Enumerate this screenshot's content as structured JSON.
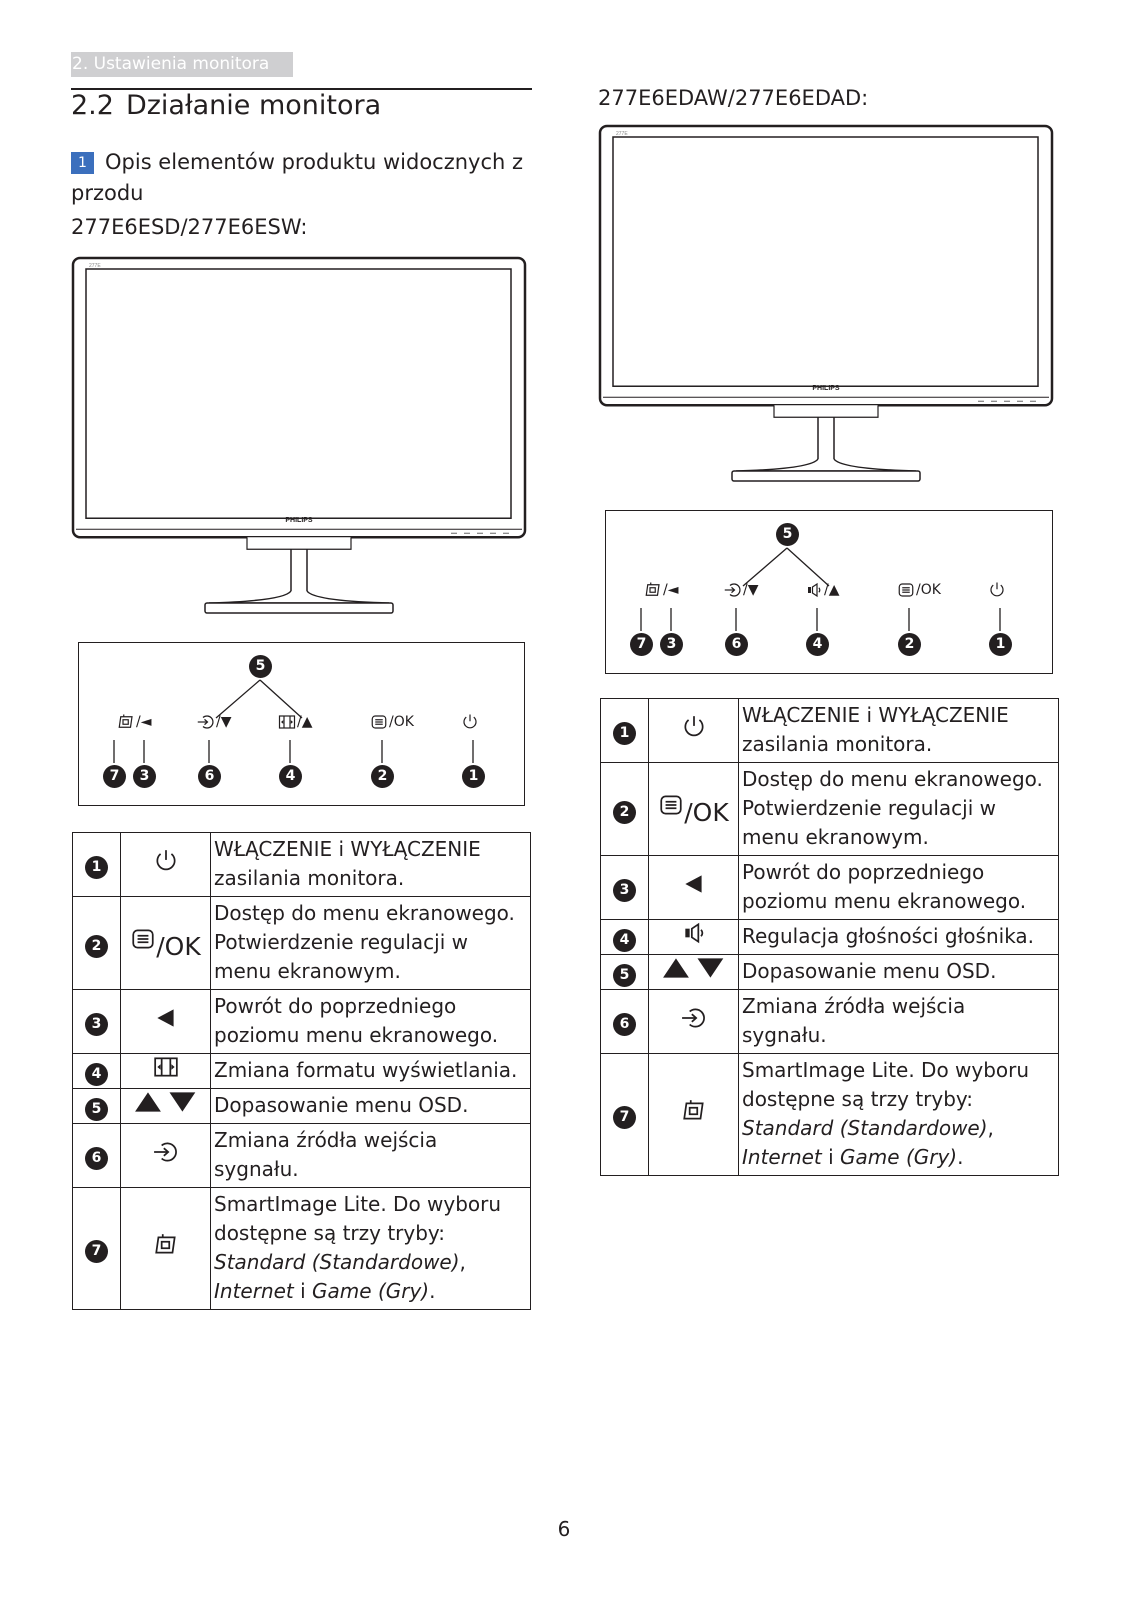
{
  "header": {
    "section_tag": "2. Ustawienia monitora"
  },
  "section": {
    "number": "2.2",
    "title": "Działanie monitora"
  },
  "subsection": {
    "badge": "1",
    "title": "Opis elementów produktu widocznych z przodu"
  },
  "models": {
    "left": "277E6ESD/277E6ESW:",
    "right": "277E6EDAW/277E6EDAD:"
  },
  "monitor": {
    "brand": "PHILIPS",
    "corner_text": "277E"
  },
  "panel_left": {
    "top_ball": "5",
    "buttons": [
      {
        "icon": "smartimage-icon",
        "suffix": "/◄",
        "balls": [
          "7",
          "3"
        ]
      },
      {
        "icon": "input-icon",
        "suffix": "/▼",
        "balls": [
          "6"
        ]
      },
      {
        "icon": "format-icon",
        "suffix": "/▲",
        "balls": [
          "4"
        ]
      },
      {
        "icon": "menu-icon",
        "suffix": "/OK",
        "balls": [
          "2"
        ]
      },
      {
        "icon": "power-icon",
        "suffix": "",
        "balls": [
          "1"
        ]
      }
    ]
  },
  "panel_right": {
    "top_ball": "5",
    "buttons": [
      {
        "icon": "smartimage-icon",
        "suffix": "/◄",
        "balls": [
          "7",
          "3"
        ]
      },
      {
        "icon": "input-icon",
        "suffix": "/▼",
        "balls": [
          "6"
        ]
      },
      {
        "icon": "speaker-icon",
        "suffix": "/▲",
        "balls": [
          "4"
        ]
      },
      {
        "icon": "menu-icon",
        "suffix": "/OK",
        "balls": [
          "2"
        ]
      },
      {
        "icon": "power-icon",
        "suffix": "",
        "balls": [
          "1"
        ]
      }
    ]
  },
  "table_left": [
    {
      "num": "1",
      "icon": "power-icon",
      "icon_text": "",
      "text": "WŁĄCZENIE i WYŁĄCZENIE zasilania monitora."
    },
    {
      "num": "2",
      "icon": "menu-icon",
      "icon_text": "/OK",
      "text": "Dostęp do menu ekranowego. Potwierdzenie regulacji w menu ekranowym."
    },
    {
      "num": "3",
      "icon": "left-triangle-icon",
      "icon_text": "",
      "text": "Powrót do poprzedniego poziomu menu ekranowego."
    },
    {
      "num": "4",
      "icon": "format-icon",
      "icon_text": "",
      "text": "Zmiana formatu wyświetlania."
    },
    {
      "num": "5",
      "icon": "up-down-icon",
      "icon_text": "",
      "text": "Dopasowanie menu OSD."
    },
    {
      "num": "6",
      "icon": "input-icon",
      "icon_text": "",
      "text": "Zmiana źródła wejścia sygnału."
    },
    {
      "num": "7",
      "icon": "smartimage-icon",
      "icon_text": "",
      "text": "SmartImage Lite. Do wyboru dostępne są trzy tryby: ",
      "italic1": "Standard (Standardowe)",
      "mid": ", ",
      "italic2": "Internet",
      "mid2": " i ",
      "italic3": "Game (Gry)",
      "end": "."
    }
  ],
  "table_right": [
    {
      "num": "1",
      "icon": "power-icon",
      "icon_text": "",
      "text": "WŁĄCZENIE i WYŁĄCZENIE zasilania monitora."
    },
    {
      "num": "2",
      "icon": "menu-icon",
      "icon_text": "/OK",
      "text": "Dostęp do menu ekranowego. Potwierdzenie regulacji w menu ekranowym."
    },
    {
      "num": "3",
      "icon": "left-triangle-icon",
      "icon_text": "",
      "text": "Powrót do poprzedniego poziomu menu ekranowego."
    },
    {
      "num": "4",
      "icon": "speaker-icon",
      "icon_text": "",
      "text": "Regulacja głośności głośnika."
    },
    {
      "num": "5",
      "icon": "up-down-icon",
      "icon_text": "",
      "text": "Dopasowanie menu OSD."
    },
    {
      "num": "6",
      "icon": "input-icon",
      "icon_text": "",
      "text": "Zmiana źródła wejścia sygnału."
    },
    {
      "num": "7",
      "icon": "smartimage-icon",
      "icon_text": "",
      "text": "SmartImage Lite. Do wyboru dostępne są trzy tryby: ",
      "italic1": "Standard (Standardowe)",
      "mid": ", ",
      "italic2": "Internet",
      "mid2": " i ",
      "italic3": "Game (Gry)",
      "end": "."
    }
  ],
  "footer": {
    "page_number": "6"
  }
}
